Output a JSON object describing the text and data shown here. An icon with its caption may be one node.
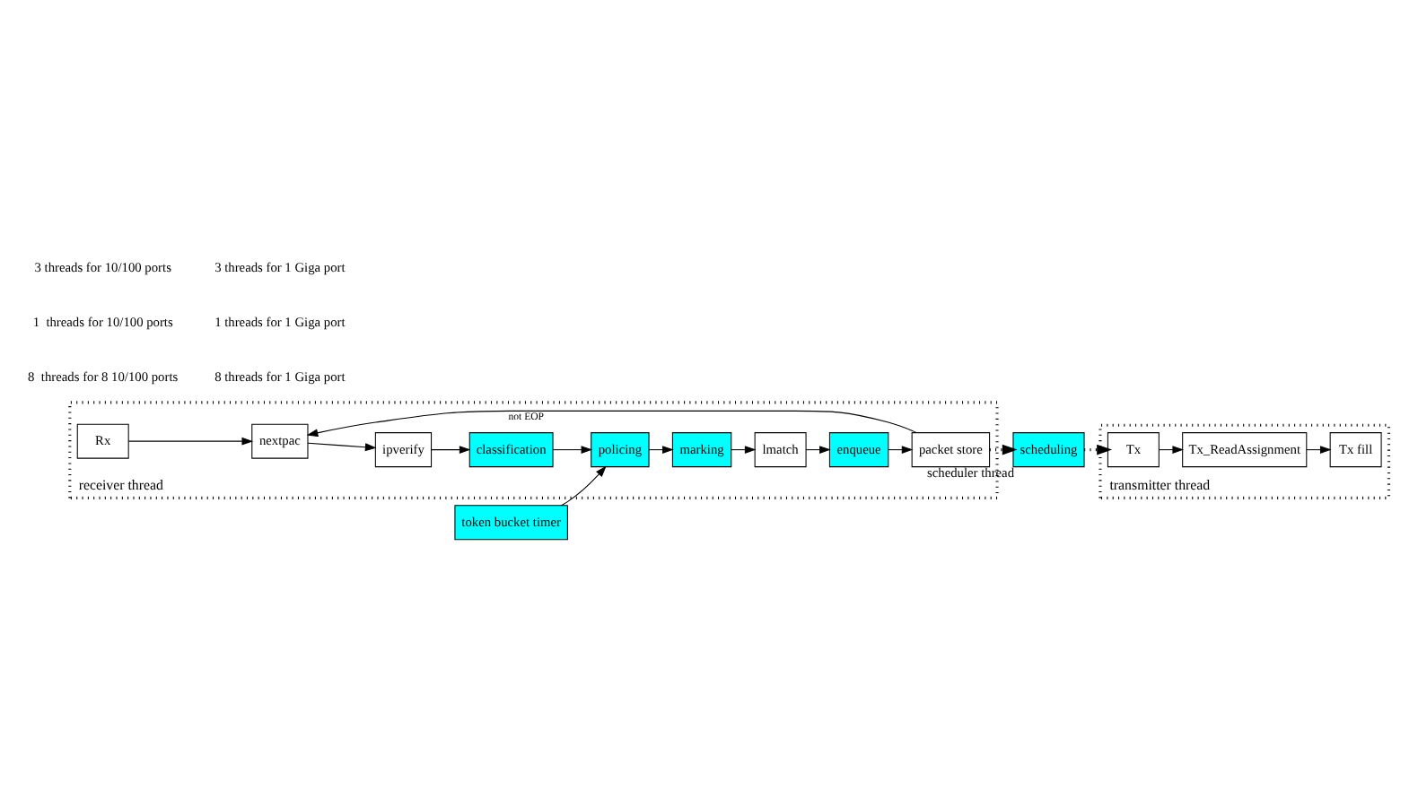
{
  "diagram": {
    "nodes": [
      {
        "text": [
          "receiver thread"
        ]
      },
      {
        "text": [
          "Rx"
        ],
        "in": 0
      },
      {
        "text": [
          "nextpac"
        ],
        "in": 0
      },
      {
        "text": [
          "ipverify"
        ],
        "in": 0
      },
      {
        "text": [
          "classification"
        ],
        "in": 0
      },
      {
        "text": [
          "policing"
        ],
        "in": 0
      },
      {
        "text": [
          "marking"
        ],
        "in": 0
      },
      {
        "text": [
          "lmatch"
        ],
        "in": 0
      },
      {
        "text": [
          "enqueue"
        ],
        "in": 0
      },
      {
        "text": [
          "packet store"
        ],
        "in": 0
      },
      {
        "text": [
          "token bucket timer"
        ]
      },
      {
        "text": [
          "scheduling"
        ],
        "beside": [
          "scheduler thread"
        ]
      },
      {
        "text": [
          "transmitter thread"
        ]
      },
      {
        "text": [
          "Tx"
        ],
        "in": 12
      },
      {
        "text": [
          "Tx_ReadAssignment"
        ],
        "in": 12
      },
      {
        "text": [
          "Tx fill"
        ],
        "in": 12
      }
    ],
    "edges": [
      {
        "from": 1,
        "to": 2,
        "arrow": "to"
      },
      {
        "from": 2,
        "to": 3,
        "arrow": "to"
      },
      {
        "from": 3,
        "to": 4,
        "arrow": "to"
      },
      {
        "from": 4,
        "to": 5,
        "arrow": "to"
      },
      {
        "from": 10,
        "to": 5,
        "arrow": "to"
      },
      {
        "from": 5,
        "to": 6,
        "arrow": "to"
      },
      {
        "from": 6,
        "to": 7,
        "arrow": "to"
      },
      {
        "from": 7,
        "to": 8,
        "arrow": "to"
      },
      {
        "from": 8,
        "to": 9,
        "arrow": "to"
      },
      {
        "from": 9,
        "to": 2,
        "arrow": "to",
        "label": "not EOP"
      },
      {
        "from": 9,
        "to": 11,
        "arrow": "to",
        "style": "dashed"
      },
      {
        "from": 11,
        "to": 13,
        "arrow": "to",
        "style": "dashed"
      },
      {
        "from": 13,
        "to": 14,
        "arrow": "to"
      },
      {
        "from": 14,
        "to": 15,
        "arrow": "to"
      }
    ],
    "labels": [
      "8  threads for 8 10/100 ports",
      "8 threads for 1 Giga port",
      "1  threads for 10/100 ports",
      "1 threads for 1 Giga port",
      "3 threads for 10/100 ports",
      "3 threads for 1 Giga port"
    ]
  }
}
